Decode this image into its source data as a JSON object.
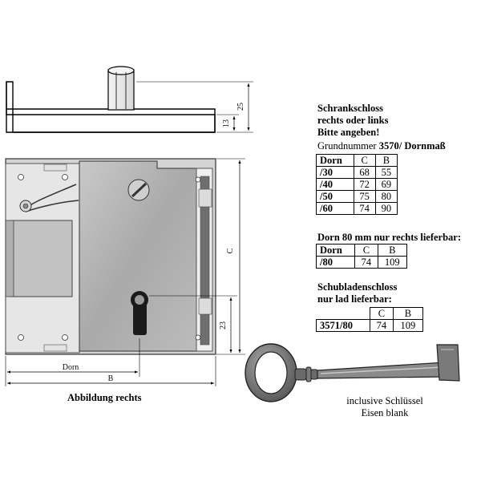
{
  "dims": {
    "c": "C",
    "h25": "25",
    "h13": "13",
    "h23": "23",
    "dorn": "Dorn",
    "b": "B"
  },
  "caption": "Abbildung rechts",
  "info": {
    "line1": "Schrankschloss",
    "line2": "rechts oder links",
    "line3": "Bitte angeben!",
    "line4_pre": "Grundnummer ",
    "line4_bold": "3570",
    "line4_post": "/ Dornmaß"
  },
  "table1": {
    "headers": [
      "Dorn",
      "C",
      "B"
    ],
    "rows": [
      [
        "/30",
        "68",
        "55"
      ],
      [
        "/40",
        "72",
        "69"
      ],
      [
        "/50",
        "75",
        "80"
      ],
      [
        "/60",
        "74",
        "90"
      ]
    ]
  },
  "dorn80": {
    "title": "Dorn 80 mm nur rechts lieferbar:",
    "headers": [
      "Dorn",
      "C",
      "B"
    ],
    "row": [
      "/80",
      "74",
      "109"
    ]
  },
  "schub": {
    "line1": "Schubladenschloss",
    "line2": "nur lad lieferbar:",
    "headers": [
      "",
      "C",
      "B"
    ],
    "row": [
      "3571/80",
      "74",
      "109"
    ]
  },
  "key": {
    "line1": "inclusive Schlüssel",
    "line2": "Eisen blank"
  }
}
